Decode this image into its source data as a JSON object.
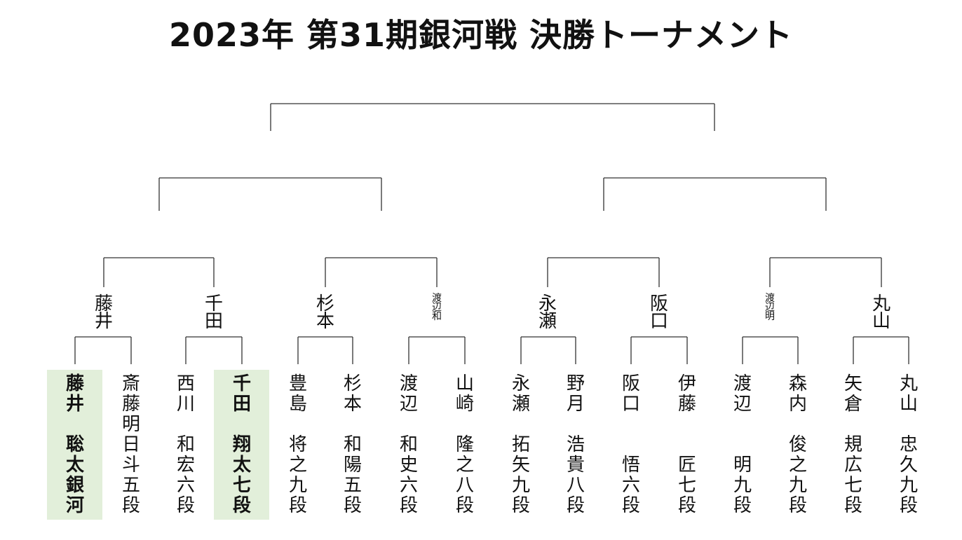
{
  "title": "2023年 第31期銀河戦 決勝トーナメント",
  "highlight_color": "#e2efda",
  "round2_winners": [
    {
      "name": "藤井",
      "small": false
    },
    {
      "name": "千田",
      "small": false
    },
    {
      "name": "杉本",
      "small": false
    },
    {
      "name": "渡辺和",
      "small": true
    },
    {
      "name": "永瀬",
      "small": false
    },
    {
      "name": "阪口",
      "small": false
    },
    {
      "name": "渡辺明",
      "small": true
    },
    {
      "name": "丸山",
      "small": false
    }
  ],
  "players": [
    {
      "family": "藤井",
      "given": "聡太銀河",
      "highlight": true
    },
    {
      "family": "斎藤",
      "given": "明日斗五段",
      "highlight": false
    },
    {
      "family": "西川",
      "given": "和宏六段",
      "highlight": false
    },
    {
      "family": "千田",
      "given": "翔太七段",
      "highlight": true
    },
    {
      "family": "豊島",
      "given": "将之九段",
      "highlight": false
    },
    {
      "family": "杉本",
      "given": "和陽五段",
      "highlight": false
    },
    {
      "family": "渡辺",
      "given": "和史六段",
      "highlight": false
    },
    {
      "family": "山崎",
      "given": "隆之八段",
      "highlight": false
    },
    {
      "family": "永瀬",
      "given": "拓矢九段",
      "highlight": false
    },
    {
      "family": "野月",
      "given": "浩貴八段",
      "highlight": false
    },
    {
      "family": "阪口",
      "given": "悟六段",
      "highlight": false
    },
    {
      "family": "伊藤",
      "given": "匠七段",
      "highlight": false
    },
    {
      "family": "渡辺",
      "given": "明九段",
      "highlight": false
    },
    {
      "family": "森内",
      "given": "俊之九段",
      "highlight": false
    },
    {
      "family": "矢倉",
      "given": "規広七段",
      "highlight": false
    },
    {
      "family": "丸山",
      "given": "忠久九段",
      "highlight": false
    }
  ]
}
